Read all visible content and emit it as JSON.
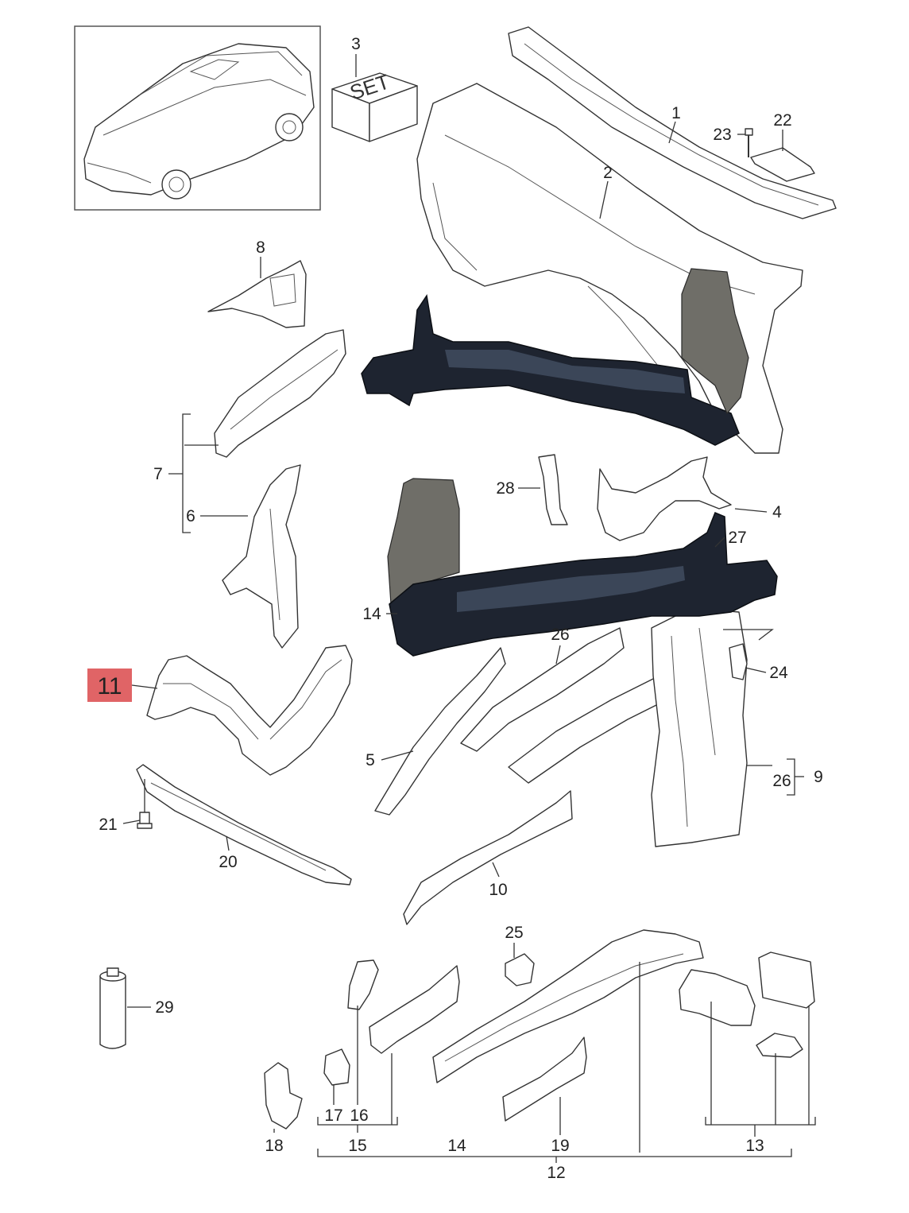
{
  "diagram": {
    "highlighted_label": "11",
    "set_label": "SET",
    "callouts": {
      "c1": "1",
      "c2": "2",
      "c3": "3",
      "c4": "4",
      "c5": "5",
      "c6": "6",
      "c7": "7",
      "c8": "8",
      "c9": "9",
      "c10": "10",
      "c12": "12",
      "c13": "13",
      "c14a": "14",
      "c14b": "14",
      "c15": "15",
      "c16": "16",
      "c17": "17",
      "c18": "18",
      "c19": "19",
      "c20": "20",
      "c21": "21",
      "c22": "22",
      "c23": "23",
      "c24": "24",
      "c25": "25",
      "c26a": "26",
      "c26b": "26",
      "c27": "27",
      "c28": "28",
      "c29": "29"
    }
  }
}
